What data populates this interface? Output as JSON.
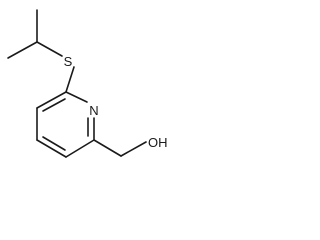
{
  "molecule": {
    "atom_labels": {
      "sulfur": "S",
      "nitrogen": "N",
      "hydroxyl": "OH"
    }
  },
  "colors": {
    "bond": "#1a1a1a",
    "label": "#1a1a1a",
    "background": "#ffffff"
  }
}
